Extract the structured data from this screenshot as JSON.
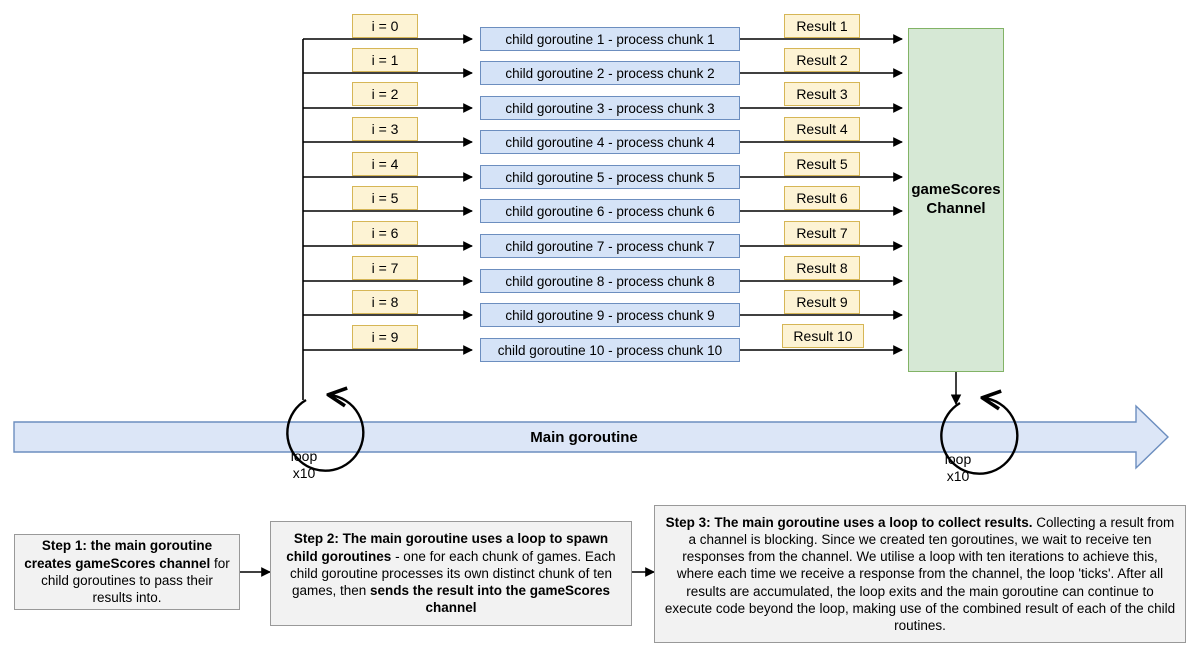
{
  "diagram": {
    "title": "Go fan-out / fan-in with gameScores channel",
    "colors": {
      "chip_fill": "#fdf3d4",
      "chip_border": "#d6b656",
      "goroutine_fill": "#d5e3f7",
      "goroutine_border": "#6c8ebf",
      "channel_fill": "#d6e8d5",
      "channel_border": "#82b366",
      "main_bar_fill": "#dce6f7",
      "main_bar_border": "#6c8ebf",
      "step_fill": "#f2f2f2",
      "step_border": "#999999",
      "line": "#000000"
    },
    "iteration_labels": [
      "i = 0",
      "i = 1",
      "i = 2",
      "i = 3",
      "i = 4",
      "i = 5",
      "i = 6",
      "i = 7",
      "i = 8",
      "i = 9"
    ],
    "goroutines": [
      "child goroutine 1 - process chunk 1",
      "child goroutine 2 - process chunk 2",
      "child goroutine 3 - process chunk 3",
      "child goroutine 4 - process chunk 4",
      "child goroutine 5 - process chunk 5",
      "child goroutine 6 - process chunk 6",
      "child goroutine 7 - process chunk 7",
      "child goroutine 8 - process chunk 8",
      "child goroutine 9 - process chunk 9",
      "child goroutine 10 - process chunk 10"
    ],
    "results": [
      "Result 1",
      "Result 2",
      "Result 3",
      "Result 4",
      "Result 5",
      "Result 6",
      "Result 7",
      "Result 8",
      "Result 9",
      "Result 10"
    ],
    "channel": {
      "line1": "gameScores",
      "line2": "Channel"
    },
    "main_bar": {
      "label": "Main goroutine"
    },
    "loops": [
      {
        "line1": "loop",
        "line2": "x10"
      },
      {
        "line1": "loop",
        "line2": "x10"
      }
    ],
    "steps": [
      {
        "id": "step1",
        "bold_lead": "Step 1: the main goroutine creates gameScores channel",
        "rest": " for child goroutines to pass their results into."
      },
      {
        "id": "step2",
        "bold_lead": "Step 2: The main goroutine uses a loop to spawn child goroutines",
        "mid": " - one for each chunk of games. Each child goroutine processes its own distinct chunk of ten games, then ",
        "bold_tail": "sends the result into the gameScores channel"
      },
      {
        "id": "step3",
        "bold_lead": "Step 3: The main goroutine uses a loop to collect results.",
        "rest": " Collecting a result from a channel is blocking. Since we created ten goroutines, we wait to receive ten responses from the channel. We utilise a loop with ten iterations to achieve this, where each time we receive a response from the channel, the loop 'ticks'. After all results are accumulated, the loop exits and the main goroutine can continue to execute code beyond the loop, making use of the combined result of each of the child routines."
      }
    ]
  }
}
